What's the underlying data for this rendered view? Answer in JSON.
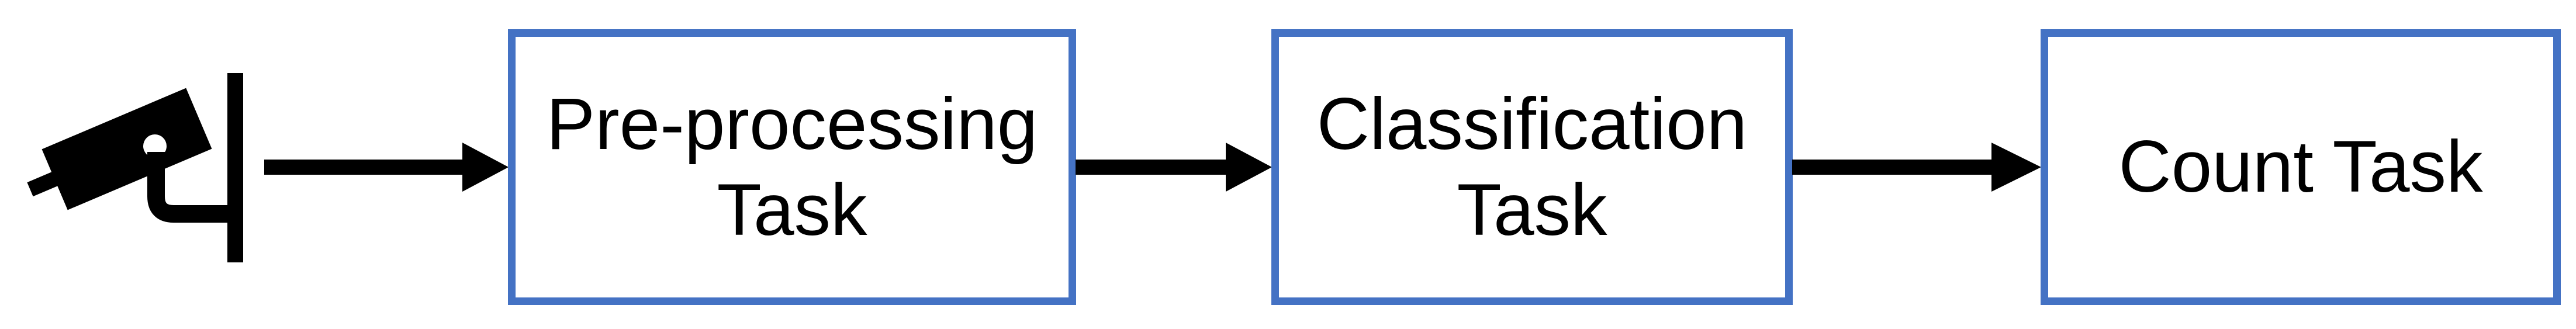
{
  "diagram": {
    "type": "flow-pipeline",
    "background_color": "#ffffff",
    "node_border_color": "#4472c4",
    "node_fill_color": "#ffffff",
    "text_color": "#000000",
    "arrow_color": "#000000",
    "icon_color": "#000000",
    "source_icon": "cctv-camera-icon",
    "nodes": [
      {
        "id": "pre-processing",
        "label": "Pre-processing Task"
      },
      {
        "id": "classification",
        "label": "Classification Task"
      },
      {
        "id": "count",
        "label": "Count Task"
      }
    ],
    "connections": [
      {
        "from": "camera",
        "to": "pre-processing"
      },
      {
        "from": "pre-processing",
        "to": "classification"
      },
      {
        "from": "classification",
        "to": "count"
      }
    ]
  }
}
